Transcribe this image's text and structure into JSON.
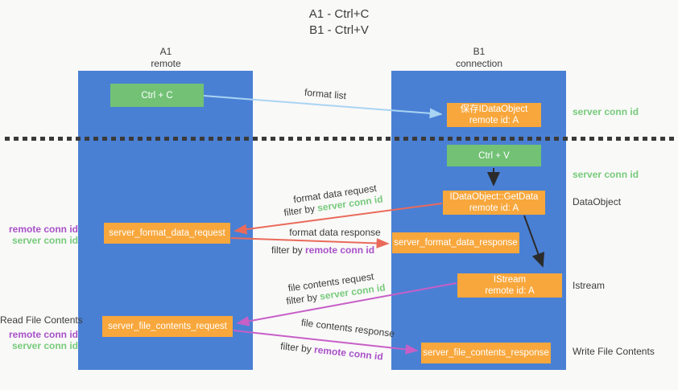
{
  "title": {
    "line1": "A1 - Ctrl+C",
    "line2": "B1 - Ctrl+V"
  },
  "columns": {
    "left": {
      "name": "A1",
      "role": "remote"
    },
    "right": {
      "name": "B1",
      "role": "connection"
    }
  },
  "boxes": {
    "ctrl_c": "Ctrl + C",
    "ctrl_v": "Ctrl + V",
    "save_dataobject": {
      "line1": "保存IDataObject",
      "line2": "remote id: A"
    },
    "getdata": {
      "line1": "IDataObject::GetData",
      "line2": "remote id: A"
    },
    "istream": {
      "line1": "IStream",
      "line2": "remote id: A"
    },
    "format_request": "server_format_data_request",
    "format_response": "server_format_data_response",
    "file_request": "server_file_contents_request",
    "file_response": "server_file_contents_response"
  },
  "arrow_labels": {
    "format_list": "format list",
    "format_data_request": "format data request",
    "format_data_response": "format data response",
    "file_contents_request": "file contents request",
    "file_contents_response": "file contents response",
    "filter_by": "filter by",
    "server_conn_id": "server conn id",
    "remote_conn_id": "remote conn id"
  },
  "side_labels": {
    "right_server_conn_id_top": "server conn id",
    "right_server_conn_id_mid": "server conn id",
    "right_dataobject": "DataObject",
    "right_istream": "Istream",
    "right_write_file": "Write File Contents",
    "left_remote_conn_id_1": "remote conn id",
    "left_server_conn_id_1": "server conn id",
    "left_read_file": "Read File Contents",
    "left_remote_conn_id_2": "remote conn id",
    "left_server_conn_id_2": "server conn id"
  },
  "colors": {
    "lifeline_blue": "#4a80d4",
    "box_green": "#72c175",
    "box_orange": "#f8a73c",
    "arrow_lightblue": "#a9d4f3",
    "arrow_red": "#ea6a5a",
    "arrow_magenta": "#c75fc7",
    "arrow_black": "#2b2b2b",
    "text_green": "#77ca7b",
    "text_purple": "#a851c8",
    "text_dark": "#3b3b3b"
  }
}
